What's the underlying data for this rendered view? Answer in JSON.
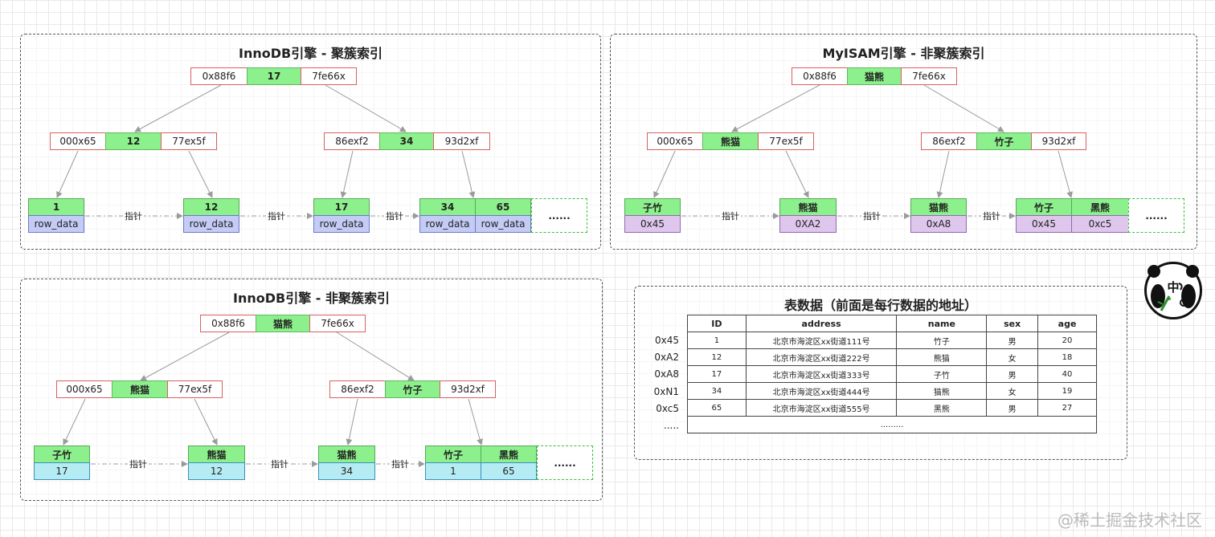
{
  "panels": {
    "p1": {
      "title": "InnoDB引擎 - 聚簇索引"
    },
    "p2": {
      "title": "MyISAM引擎 - 非聚簇索引"
    },
    "p3": {
      "title": "InnoDB引擎 - 非聚簇索引"
    },
    "p4": {
      "title": "表数据（前面是每行数据的地址）"
    }
  },
  "tree1": {
    "root": [
      "0x88f6",
      "17",
      "7fe66x"
    ],
    "left": [
      "000x65",
      "12",
      "77ex5f"
    ],
    "right": [
      "86exf2",
      "34",
      "93d2xf"
    ],
    "leaves": [
      {
        "keys": [
          "1"
        ],
        "vals": [
          "row_data"
        ]
      },
      {
        "keys": [
          "12"
        ],
        "vals": [
          "row_data"
        ]
      },
      {
        "keys": [
          "17"
        ],
        "vals": [
          "row_data"
        ]
      },
      {
        "keys": [
          "34",
          "65"
        ],
        "vals": [
          "row_data",
          "row_data"
        ]
      }
    ],
    "more": "......"
  },
  "tree2": {
    "root": [
      "0x88f6",
      "猫熊",
      "7fe66x"
    ],
    "left": [
      "000x65",
      "熊猫",
      "77ex5f"
    ],
    "right": [
      "86exf2",
      "竹子",
      "93d2xf"
    ],
    "leaves": [
      {
        "keys": [
          "子竹"
        ],
        "vals": [
          "0x45"
        ]
      },
      {
        "keys": [
          "熊猫"
        ],
        "vals": [
          "0XA2"
        ]
      },
      {
        "keys": [
          "猫熊"
        ],
        "vals": [
          "0xA8"
        ]
      },
      {
        "keys": [
          "竹子",
          "黑熊"
        ],
        "vals": [
          "0x45",
          "0xc5"
        ]
      }
    ],
    "more": "......"
  },
  "tree3": {
    "root": [
      "0x88f6",
      "猫熊",
      "7fe66x"
    ],
    "left": [
      "000x65",
      "熊猫",
      "77ex5f"
    ],
    "right": [
      "86exf2",
      "竹子",
      "93d2xf"
    ],
    "leaves": [
      {
        "keys": [
          "子竹"
        ],
        "vals": [
          "17"
        ]
      },
      {
        "keys": [
          "熊猫"
        ],
        "vals": [
          "12"
        ]
      },
      {
        "keys": [
          "猫熊"
        ],
        "vals": [
          "34"
        ]
      },
      {
        "keys": [
          "竹子",
          "黑熊"
        ],
        "vals": [
          "1",
          "65"
        ]
      }
    ],
    "more": "......"
  },
  "pointer_label": "指针",
  "table": {
    "headers": [
      "ID",
      "address",
      "name",
      "sex",
      "age"
    ],
    "rows": [
      [
        "1",
        "北京市海淀区xx街道111号",
        "竹子",
        "男",
        "20"
      ],
      [
        "12",
        "北京市海淀区xx街道222号",
        "熊猫",
        "女",
        "18"
      ],
      [
        "17",
        "北京市海淀区xx街道333号",
        "子竹",
        "男",
        "40"
      ],
      [
        "34",
        "北京市海淀区xx街道444号",
        "猫熊",
        "女",
        "19"
      ],
      [
        "65",
        "北京市海淀区xx街道555号",
        "黑熊",
        "男",
        "27"
      ]
    ],
    "more": ".........",
    "addresses": [
      "0x45",
      "0xA2",
      "0xA8",
      "0xN1",
      "0xc5",
      "....."
    ]
  },
  "logo": {
    "glyph": "中"
  },
  "watermark": "@稀土掘金技术社区"
}
